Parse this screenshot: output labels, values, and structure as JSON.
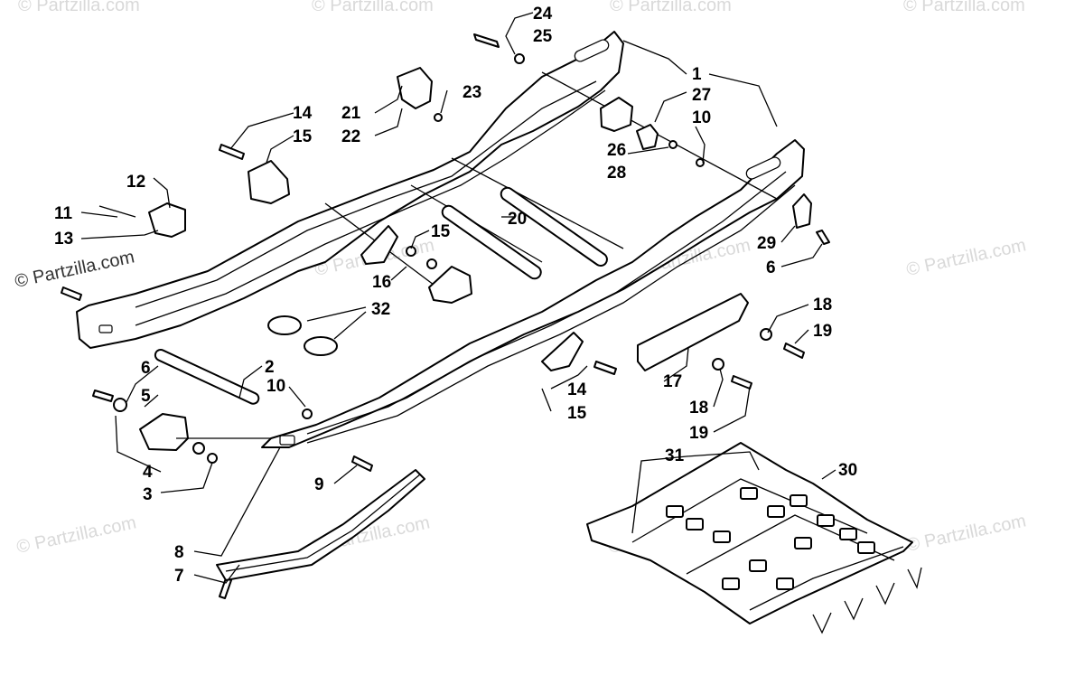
{
  "watermark": {
    "text": "© Partzilla.com",
    "primary_text": "© Partzilla.com"
  },
  "callouts": [
    "24",
    "25",
    "1",
    "27",
    "10",
    "21",
    "22",
    "23",
    "14",
    "15",
    "26",
    "28",
    "12",
    "11",
    "13",
    "20",
    "29",
    "6",
    "15",
    "16",
    "32",
    "18",
    "19",
    "17",
    "2",
    "10",
    "6",
    "5",
    "14",
    "15",
    "18",
    "19",
    "4",
    "3",
    "9",
    "31",
    "30",
    "8",
    "7"
  ],
  "colors": {
    "line": "#000000",
    "background": "#ffffff",
    "watermark": "#d9d9d9"
  }
}
